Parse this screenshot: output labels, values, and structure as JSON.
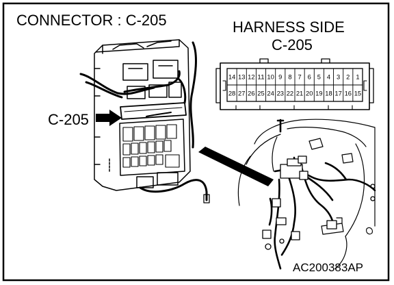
{
  "title": "CONNECTOR : C-205",
  "harness_label": "HARNESS SIDE",
  "harness_connector": "C-205",
  "callout_label": "C-205",
  "figure_code": "AC200383AP",
  "pins_top": [
    "14",
    "13",
    "12",
    "11",
    "10",
    "9",
    "8",
    "7",
    "6",
    "5",
    "4",
    "3",
    "2",
    "1"
  ],
  "pins_bottom": [
    "28",
    "27",
    "26",
    "25",
    "24",
    "23",
    "22",
    "21",
    "20",
    "19",
    "18",
    "17",
    "16",
    "15"
  ]
}
